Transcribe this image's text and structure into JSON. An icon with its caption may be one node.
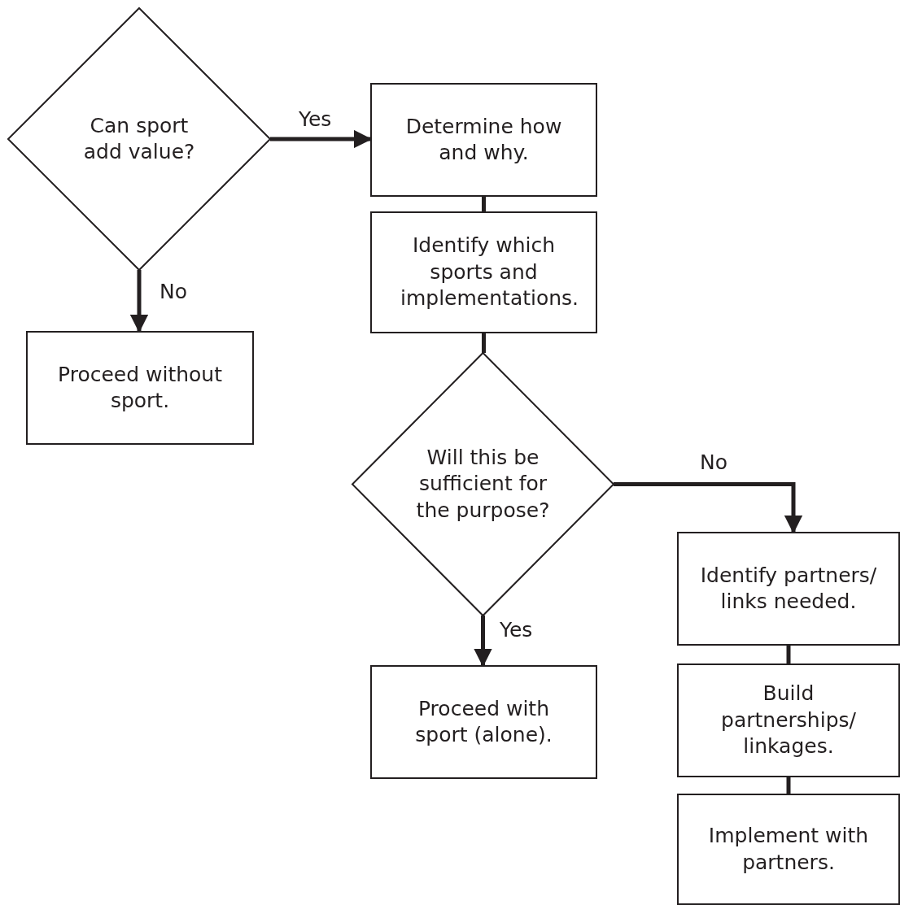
{
  "diagram": {
    "nodes": [
      {
        "text": [
          "Can sport add value?"
        ]
      },
      {
        "text": [
          "Determine how and why."
        ]
      },
      {
        "text": [
          "Identify which sports and implementations."
        ]
      },
      {
        "text": [
          "Proceed without sport."
        ]
      },
      {
        "text": [
          "Will this be sufficient for the purpose?"
        ]
      },
      {
        "text": [
          "Proceed with sport (alone)."
        ]
      },
      {
        "text": [
          "Identify partners/ links needed."
        ]
      },
      {
        "text": [
          "Build partnerships/ linkages."
        ]
      },
      {
        "text": [
          "Implement with partners."
        ]
      }
    ],
    "edges": [
      {
        "from": 0,
        "to": 1,
        "arrow": "to",
        "label": "Yes"
      },
      {
        "from": 0,
        "to": 3,
        "arrow": "to",
        "label": "No"
      },
      {
        "from": 1,
        "to": 2,
        "arrow": "none"
      },
      {
        "from": 2,
        "to": 4,
        "arrow": "none"
      },
      {
        "from": 4,
        "to": 5,
        "arrow": "to",
        "label": "Yes"
      },
      {
        "from": 4,
        "to": 6,
        "arrow": "to",
        "label": "No"
      },
      {
        "from": 6,
        "to": 7,
        "arrow": "none"
      },
      {
        "from": 7,
        "to": 8,
        "arrow": "none"
      }
    ]
  }
}
